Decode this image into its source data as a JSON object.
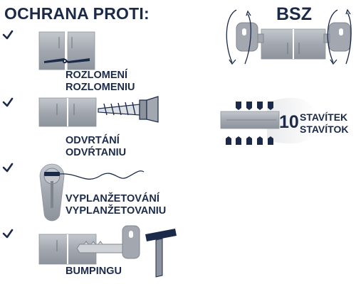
{
  "heading": "OCHRANA PROTI:",
  "features": [
    {
      "label_1": "ROZLOMENÍ",
      "label_2": "ROZLOMENIU"
    },
    {
      "label_1": "ODVRTÁNÍ",
      "label_2": "ODVŔTANIU"
    },
    {
      "label_1": "VYPLANŽETOVÁNÍ",
      "label_2": "VYPLANŽETOVANIU"
    },
    {
      "label_1": "BUMPINGU"
    }
  ],
  "bsz": {
    "label": "BSZ"
  },
  "pins": {
    "count": "10",
    "label_1": "STAVÍTEK",
    "label_2": "STAVÍTOK"
  },
  "icons": [
    "checkmark-icon",
    "cylinder-lock-icon",
    "key-icon",
    "drill-icon",
    "hammer-icon",
    "lock-pick-icon",
    "rotation-arrow-icon"
  ],
  "colors": {
    "navy": "#1c2a4a",
    "steel": "#a9aeb6",
    "steel_dark": "#7f858e"
  }
}
